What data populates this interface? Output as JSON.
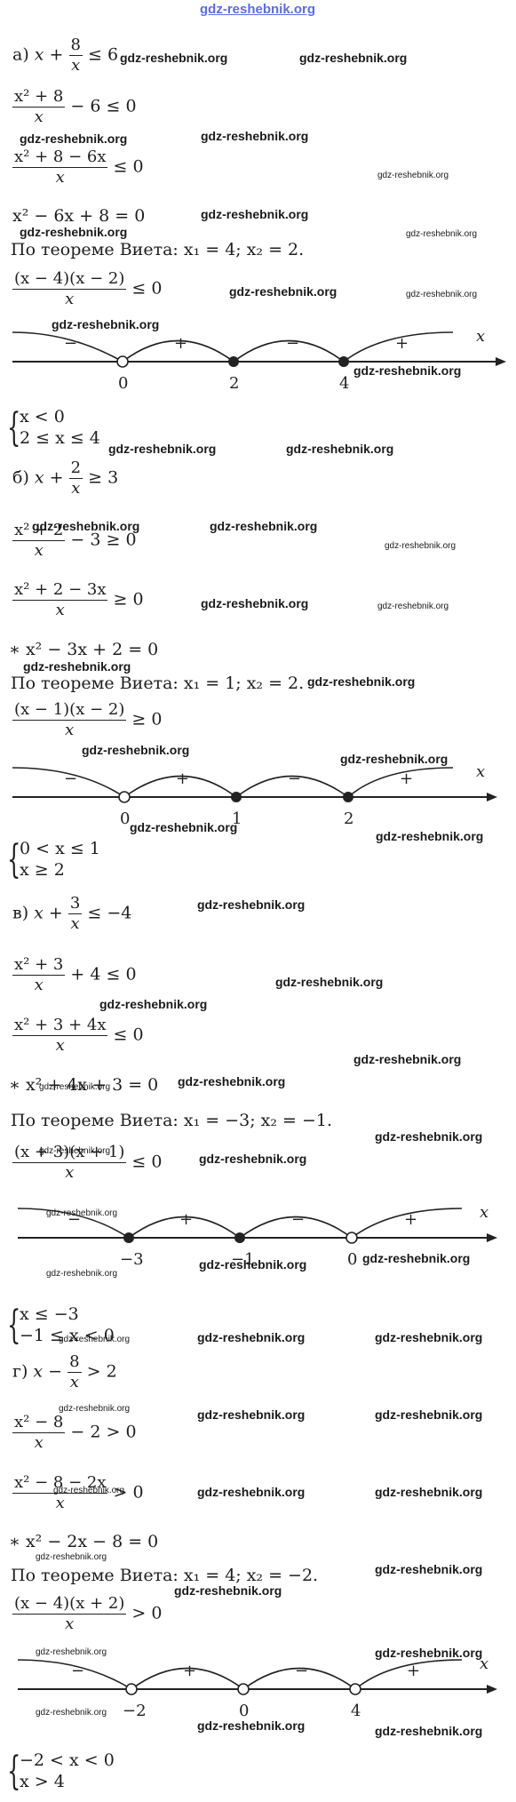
{
  "header_watermark": "gdz-reshebnik.org",
  "watermark": "gdz-reshebnik.org",
  "parts": {
    "a": {
      "label": "а)",
      "ineq_lhs": "x +",
      "frac1_num": "8",
      "frac1_den": "x",
      "ineq_rhs": "≤ 6",
      "s2_num": "x² + 8",
      "s2_den": "x",
      "s2_rhs": "− 6 ≤ 0",
      "s3_num": "x² + 8 − 6x",
      "s3_den": "x",
      "s3_rhs": "≤ 0",
      "quad": "x² − 6x + 8 = 0",
      "vieta": "По теореме Виета:  x₁ = 4;  x₂ = 2.",
      "s5_num": "(x − 4)(x − 2)",
      "s5_den": "x",
      "s5_rhs": "≤ 0",
      "signs": [
        "−",
        "+",
        "−",
        "+"
      ],
      "points": [
        "0",
        "2",
        "4"
      ],
      "axis_var": "x",
      "sys": [
        "x < 0",
        "2 ≤ x ≤ 4"
      ]
    },
    "b": {
      "label": "б)",
      "ineq_lhs": "x +",
      "frac1_num": "2",
      "frac1_den": "x",
      "ineq_rhs": "≥ 3",
      "s2_num": "x² + 2",
      "s2_den": "x",
      "s2_rhs": "− 3 ≥ 0",
      "s3_num": "x² + 2 − 3x",
      "s3_den": "x",
      "s3_rhs": "≥ 0",
      "quad": "∗ x² − 3x + 2 = 0",
      "vieta": "По теореме Виета:  x₁ = 1;  x₂ = 2.",
      "s5_num": "(x − 1)(x − 2)",
      "s5_den": "x",
      "s5_rhs": "≥ 0",
      "signs": [
        "−",
        "+",
        "−",
        "+"
      ],
      "points": [
        "0",
        "1",
        "2"
      ],
      "axis_var": "x",
      "sys": [
        "0 < x ≤ 1",
        "x ≥ 2"
      ]
    },
    "v": {
      "label": "в)",
      "ineq_lhs": "x +",
      "frac1_num": "3",
      "frac1_den": "x",
      "ineq_rhs": "≤ −4",
      "s2_num": "x² + 3",
      "s2_den": "x",
      "s2_rhs": "+ 4 ≤ 0",
      "s3_num": "x² + 3 + 4x",
      "s3_den": "x",
      "s3_rhs": "≤ 0",
      "quad": "∗ x² + 4x + 3 = 0",
      "vieta": "По теореме Виета:  x₁ = −3;  x₂ = −1.",
      "s5_num": "(x + 3)(x + 1)",
      "s5_den": "x",
      "s5_rhs": "≤ 0",
      "signs": [
        "−",
        "+",
        "−",
        "+"
      ],
      "points": [
        "−3",
        "−1",
        "0"
      ],
      "axis_var": "x",
      "sys": [
        "x ≤ −3",
        "−1 ≤ x < 0"
      ]
    },
    "g": {
      "label": "г)",
      "ineq_lhs": "x −",
      "frac1_num": "8",
      "frac1_den": "x",
      "ineq_rhs": "> 2",
      "s2_num": "x² − 8",
      "s2_den": "x",
      "s2_rhs": "− 2 > 0",
      "s3_num": "x² − 8 − 2x",
      "s3_den": "x",
      "s3_rhs": "> 0",
      "quad": "∗ x² − 2x − 8 = 0",
      "vieta": "По теореме Виета:  x₁ = 4;  x₂ = −2.",
      "s5_num": "(x − 4)(x + 2)",
      "s5_den": "x",
      "s5_rhs": "> 0",
      "signs": [
        "−",
        "+",
        "−",
        "+"
      ],
      "points": [
        "−2",
        "0",
        "4"
      ],
      "axis_var": "x",
      "sys": [
        "−2 < x < 0",
        "x > 4"
      ]
    }
  }
}
